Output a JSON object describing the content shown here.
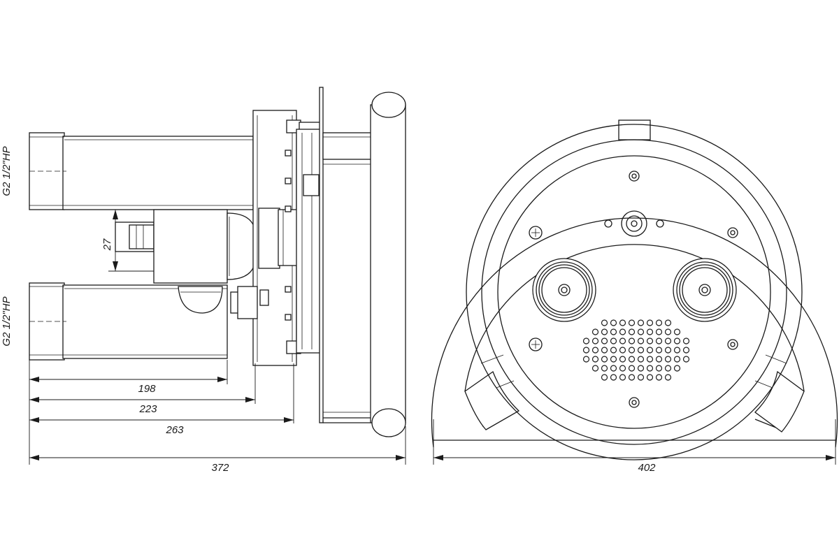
{
  "dimensions": {
    "d198": "198",
    "d223": "223",
    "d263": "263",
    "d372": "372",
    "d402": "402",
    "d27": "27"
  },
  "thread_labels": {
    "upper": "G2 1/2\"НР",
    "lower": "G2 1/2\"НР"
  },
  "colors": {
    "line": "#1a1a1a",
    "background": "#ffffff"
  }
}
